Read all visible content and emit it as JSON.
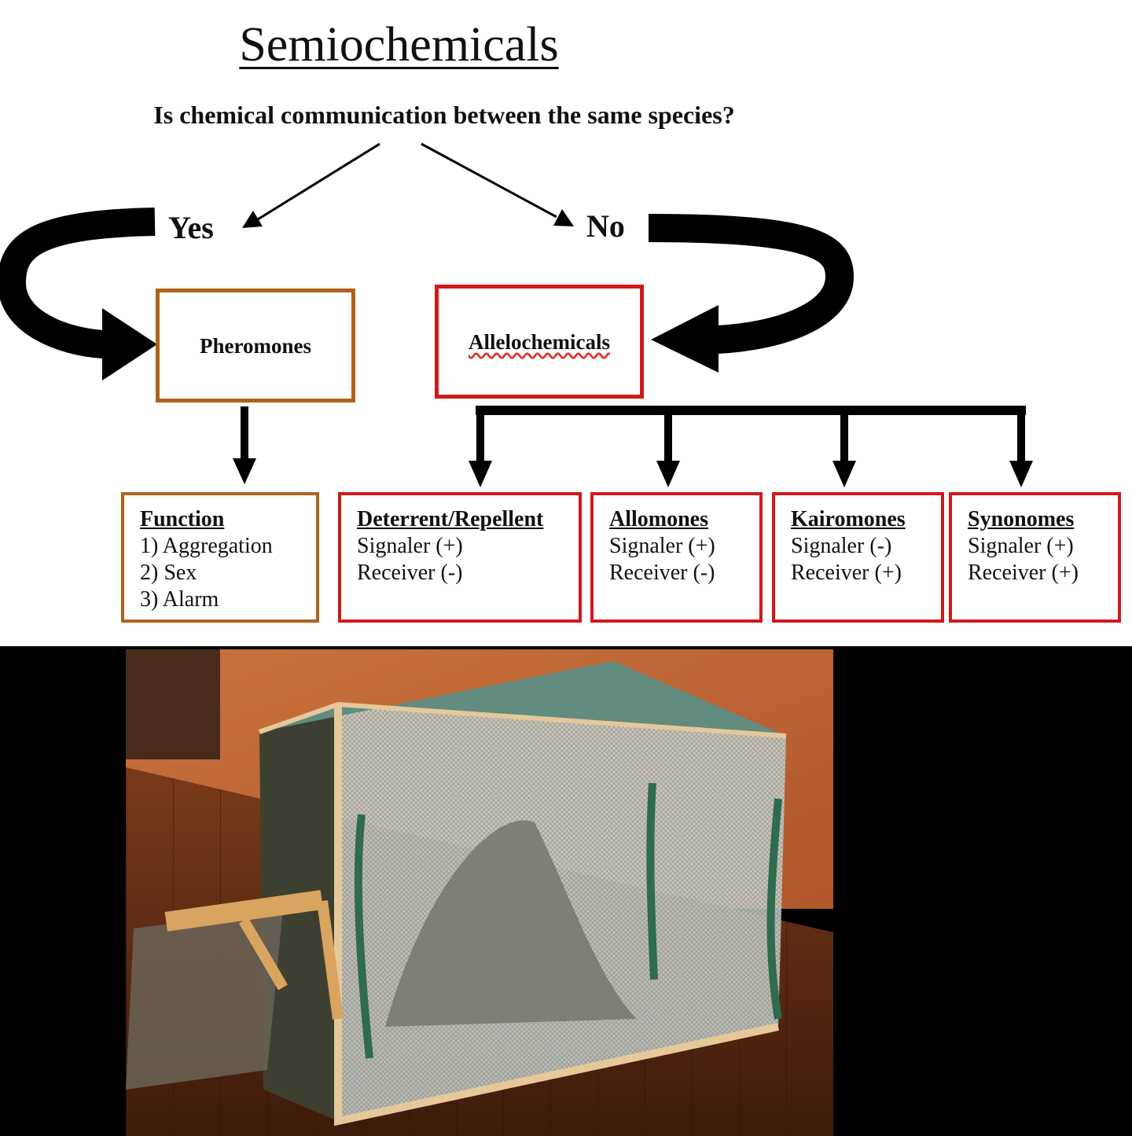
{
  "title": "Semiochemicals",
  "question": "Is chemical communication between the same species?",
  "branches": {
    "yes": "Yes",
    "no": "No"
  },
  "main_boxes": {
    "pheromones": "Pheromones",
    "allelochemicals": "Allelochemicals"
  },
  "function_box": {
    "title": "Function",
    "items": [
      "1) Aggregation",
      "2) Sex",
      "3) Alarm"
    ]
  },
  "allelo_types": [
    {
      "title": "Deterrent/Repellent",
      "signaler": "Signaler (+)",
      "receiver": "Receiver (-)"
    },
    {
      "title": "Allomones",
      "signaler": "Signaler (+)",
      "receiver": "Receiver (-)"
    },
    {
      "title": "Kairomones",
      "signaler": "Signaler (-)",
      "receiver": "Receiver (+)"
    },
    {
      "title": "Synonomes",
      "signaler": "Signaler (+)",
      "receiver": "Receiver (+)"
    }
  ],
  "colors": {
    "pheromone_border": "#b0621b",
    "allelochemical_border": "#d0191b",
    "arrow": "#000000",
    "photo_background": "#000000"
  }
}
